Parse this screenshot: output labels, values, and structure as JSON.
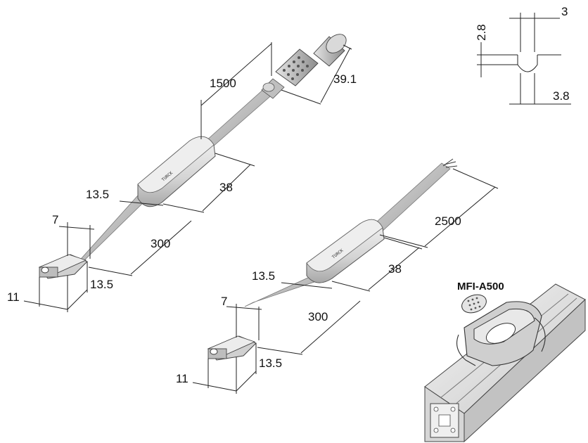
{
  "dimensions": {
    "sensor1": {
      "cable_length": "1500",
      "connector_length": "39.1",
      "housing_length": "38",
      "housing_width": "13.5",
      "cable_segment": "300",
      "head_width": "7",
      "head_depth": "13.5",
      "head_height": "11"
    },
    "sensor2": {
      "cable_length": "2500",
      "housing_length": "38",
      "housing_width": "13.5",
      "cable_segment": "300",
      "head_width": "7",
      "head_depth": "13.5",
      "head_height": "11"
    },
    "groove_detail": {
      "width_top": "3",
      "depth": "2.8",
      "width_bottom": "3.8"
    }
  },
  "accessory": {
    "label": "MFI-A500"
  },
  "housing_marking": "TURCK"
}
